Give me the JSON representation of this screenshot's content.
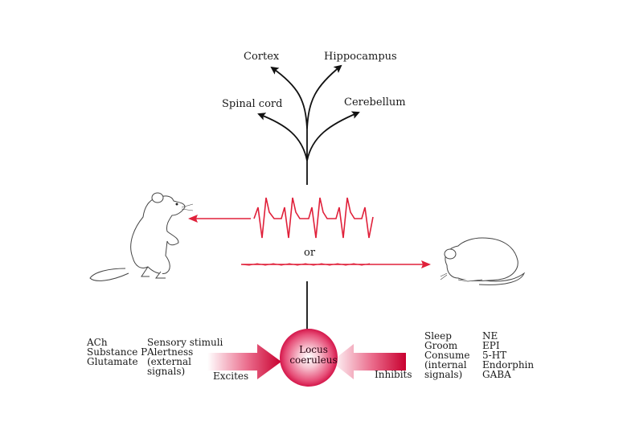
{
  "targets": {
    "cortex": "Cortex",
    "hippocampus": "Hippocampus",
    "spinal_cord": "Spinal cord",
    "cerebellum": "Cerebellum"
  },
  "middle": {
    "or": "or"
  },
  "locus": {
    "line1": "Locus",
    "line2": "coeruleus"
  },
  "excites": {
    "label": "Excites",
    "transmitters": [
      "ACh",
      "Substance P",
      "Glutamate"
    ],
    "signals": [
      "Sensory stimuli",
      "Alertness",
      "(external",
      "signals)"
    ]
  },
  "inhibits": {
    "label": "Inhibits",
    "states": [
      "Sleep",
      "Groom",
      "Consume",
      "(internal",
      "signals)"
    ],
    "transmitters": [
      "NE",
      "EPI",
      "5-HT",
      "Endorphin",
      "GABA"
    ]
  },
  "colors": {
    "accent": "#d10036",
    "signal_red": "#e0203a",
    "ink": "#111111"
  }
}
